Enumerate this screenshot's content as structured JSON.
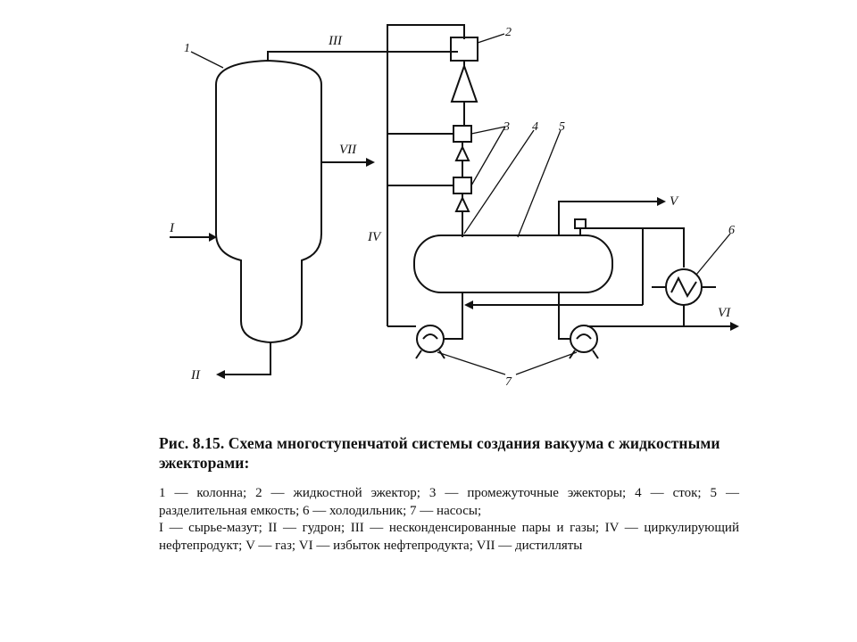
{
  "diagram": {
    "stream_labels": {
      "I": "I",
      "II": "II",
      "III": "III",
      "IV": "IV",
      "V": "V",
      "VI": "VI",
      "VII": "VII"
    },
    "item_numbers": {
      "n1": "1",
      "n2": "2",
      "n3": "3",
      "n4": "4",
      "n5": "5",
      "n6": "6",
      "n7": "7"
    }
  },
  "caption": {
    "title": "Рис. 8.15. Схема многоступенчатой системы создания вакуума с жидкостными эжекторами:",
    "legend_line": "1 — колонна; 2 — жидкостной эжектор; 3 — промежуточные эжекторы; 4 — сток; 5 — разделительная емкость; 6 — холодильник; 7 — насосы;",
    "streams_line": "I — сырье-мазут; II — гудрон; III — несконденсированные пары и газы; IV — циркулирующий нефтепродукт; V — газ; VI — избыток нефтепродукта; VII — дистилляты"
  }
}
